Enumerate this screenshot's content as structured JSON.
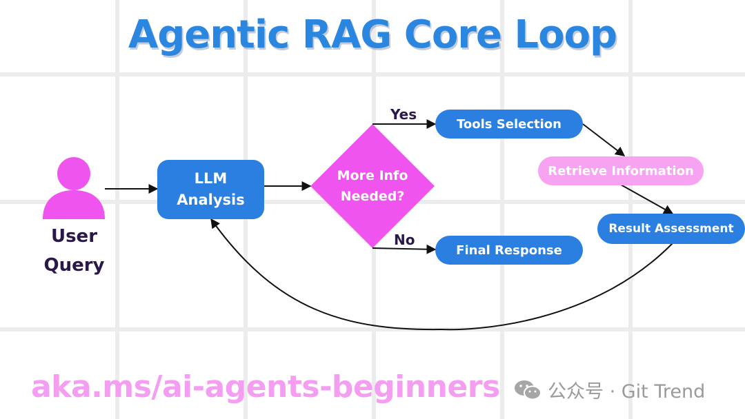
{
  "title": "Agentic RAG Core Loop",
  "user": {
    "label_line1": "User",
    "label_line2": "Query",
    "icon": "person-icon"
  },
  "nodes": {
    "llm_line1": "LLM",
    "llm_line2": "Analysis",
    "decision_line1": "More Info",
    "decision_line2": "Needed?",
    "tools": "Tools Selection",
    "retrieve": "Retrieve Information",
    "assessment": "Result Assessment",
    "final": "Final Response"
  },
  "edges": {
    "yes": "Yes",
    "no": "No"
  },
  "footer": {
    "link": "aka.ms/ai-agents-beginners",
    "watermark": "公众号 · Git Trend",
    "watermark_icon": "wechat-icon"
  },
  "colors": {
    "blue": "#2a7fe0",
    "title_blue": "#2b86e0",
    "magenta": "#ef55ee",
    "light_pink": "#f7a3f2",
    "dark_text": "#2a1848"
  }
}
